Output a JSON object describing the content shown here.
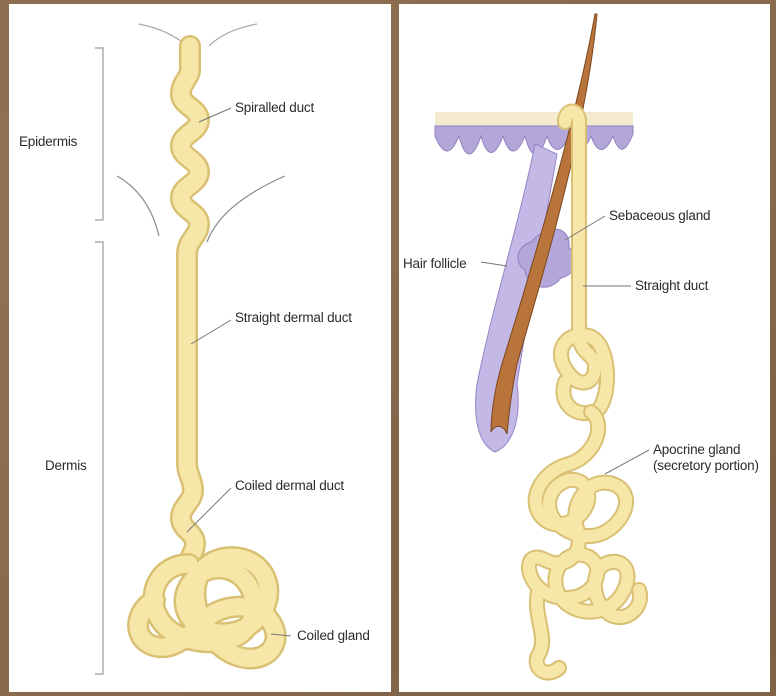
{
  "left_diagram": {
    "labels": {
      "epidermis": "Epidermis",
      "dermis": "Dermis",
      "spiralled_duct": "Spiralled duct",
      "straight_dermal_duct": "Straight dermal duct",
      "coiled_dermal_duct": "Coiled dermal duct",
      "coiled_gland": "Coiled gland"
    }
  },
  "right_diagram": {
    "labels": {
      "hair_follicle": "Hair follicle",
      "sebaceous_gland": "Sebaceous gland",
      "straight_duct": "Straight duct",
      "apocrine_gland_line1": "Apocrine gland",
      "apocrine_gland_line2": "(secretory portion)"
    }
  },
  "colors": {
    "background": "#8a6a4c",
    "duct_fill": "#f6e7a9",
    "duct_stroke": "#d9c073",
    "skin_purple": "#b3a6d9",
    "hair_brown": "#b8743a"
  }
}
